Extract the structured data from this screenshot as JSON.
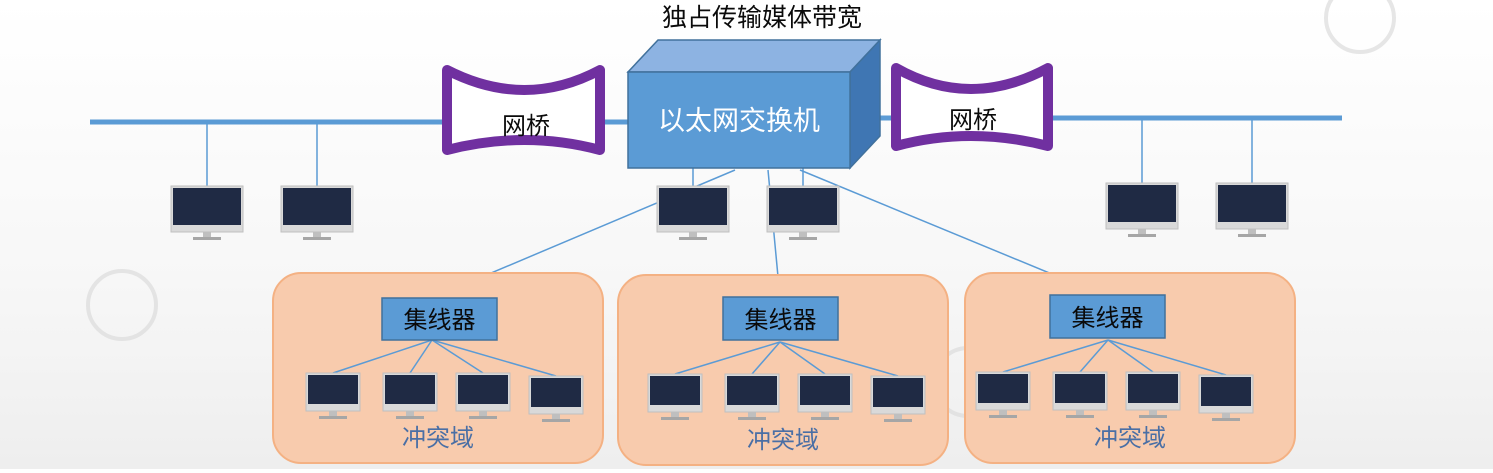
{
  "title": "独占传输媒体带宽",
  "switch_label": "以太网交换机",
  "bridge_label": "网桥",
  "hub_label": "集线器",
  "domain_label": "冲突域",
  "colors": {
    "bus": "#5b9bd5",
    "bridge": "#7030a0",
    "switch_front": "#5b9bd5",
    "switch_top": "#8db3e2",
    "switch_side": "#3f76b3",
    "hub": "#5b9bd5",
    "domain_fill": "#f8cbad",
    "domain_stroke": "#f4b183",
    "domain_text": "#4a6fa5",
    "link": "#5b9bd5",
    "monitor_screen": "#1f2a44"
  },
  "icons": [
    "monitor-icon",
    "watermark-logo"
  ]
}
